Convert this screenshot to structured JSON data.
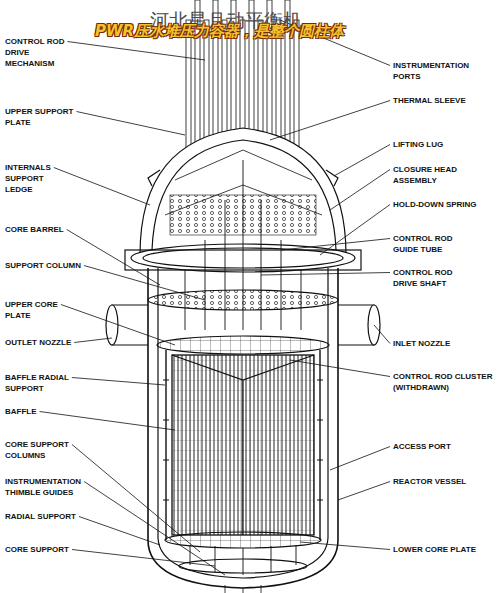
{
  "diagram": {
    "labels": [
      "河北星月动平衡机",
      "PWR压水堆压力容器，是整个圆柱体",
      "CONTROL ROD DRIVE MECHANISM",
      "UPPER SUPPORT PLATE",
      "INTERNALS SUPPORT LEDGE",
      "CORE BARREL",
      "SUPPORT COLUMN",
      "UPPER CORE PLATE",
      "OUTLET NOZZLE",
      "BAFFLE RADIAL SUPPORT",
      "BAFFLE",
      "CORE SUPPORT COLUMNS",
      "INSTRUMENTATION THIMBLE GUIDES",
      "RADIAL SUPPORT",
      "CORE SUPPORT",
      "INSTRUMENTATION PORTS",
      "THERMAL SLEEVE",
      "LIFTING LUG",
      "CLOSURE HEAD ASSEMBLY",
      "HOLD-DOWN SPRING",
      "CONTROL ROD GUIDE TUBE",
      "CONTROL ROD DRIVE SHAFT",
      "INLET NOZZLE",
      "CONTROL ROD CLUSTER (WITHDRAWN)",
      "ACCESS PORT",
      "REACTOR VESSEL",
      "LOWER CORE PLATE"
    ]
  }
}
